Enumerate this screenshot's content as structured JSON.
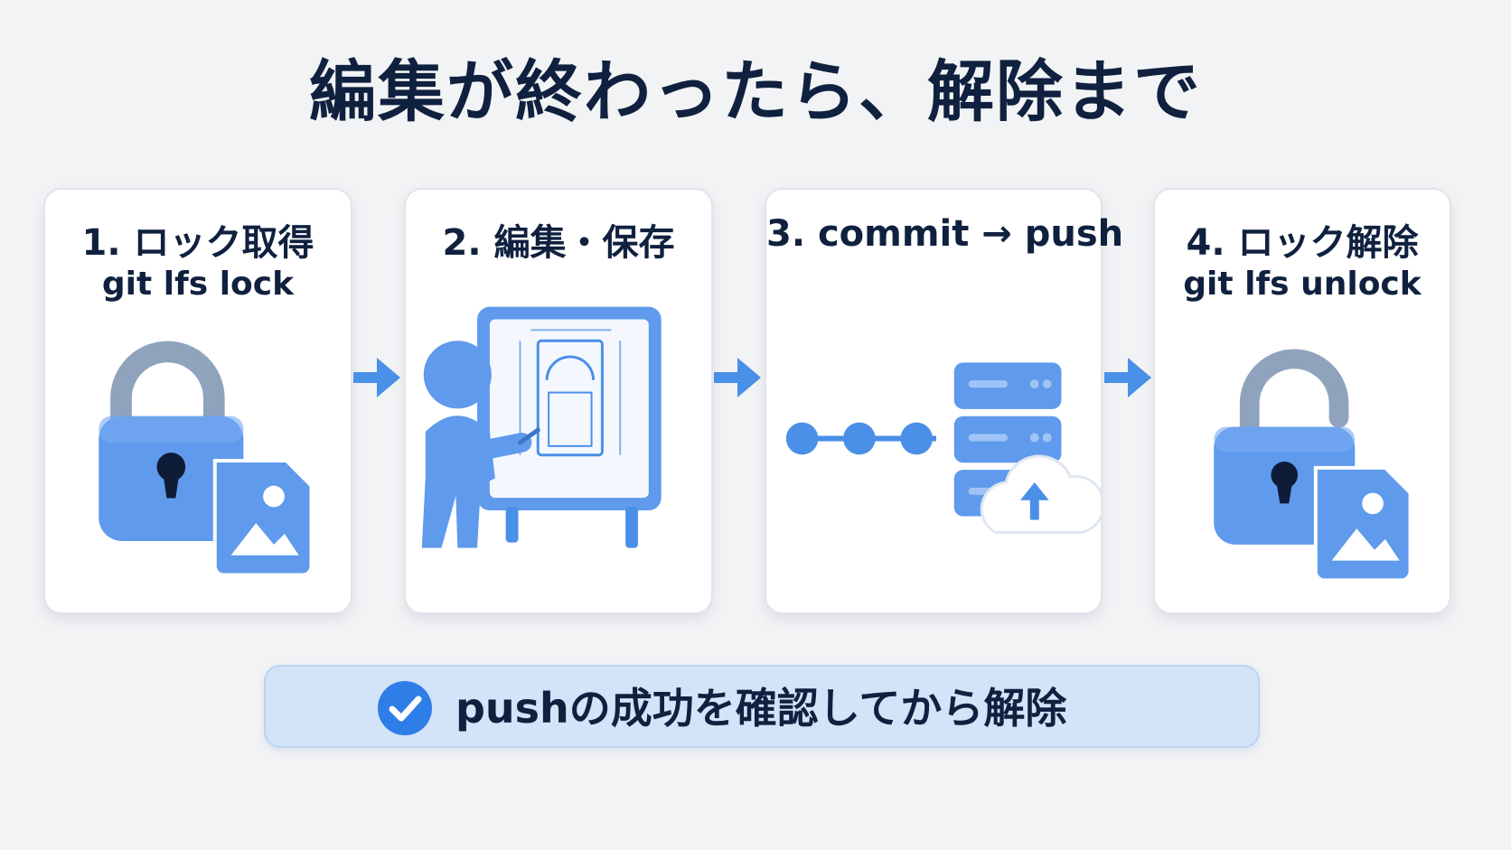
{
  "title": "編集が終わったら、解除まで",
  "colors": {
    "accent": "#4a8fe8",
    "accent_light": "#7fb0f0",
    "dark_text": "#10213f",
    "banner_bg": "#d3e3f8"
  },
  "steps": [
    {
      "title": "1. ロック取得",
      "subtitle": "git lfs lock",
      "icon": "locked-padlock-with-image-file-icon"
    },
    {
      "title": "2. 編集・保存",
      "subtitle": "",
      "icon": "person-editing-blueprint-icon"
    },
    {
      "title": "3. commit → push",
      "subtitle": "",
      "icon": "commits-to-server-cloud-upload-icon"
    },
    {
      "title": "4. ロック解除",
      "subtitle": "git lfs unlock",
      "icon": "unlocked-padlock-with-image-file-icon"
    }
  ],
  "note": {
    "text": "pushの成功を確認してから解除",
    "icon": "check-circle-icon"
  }
}
